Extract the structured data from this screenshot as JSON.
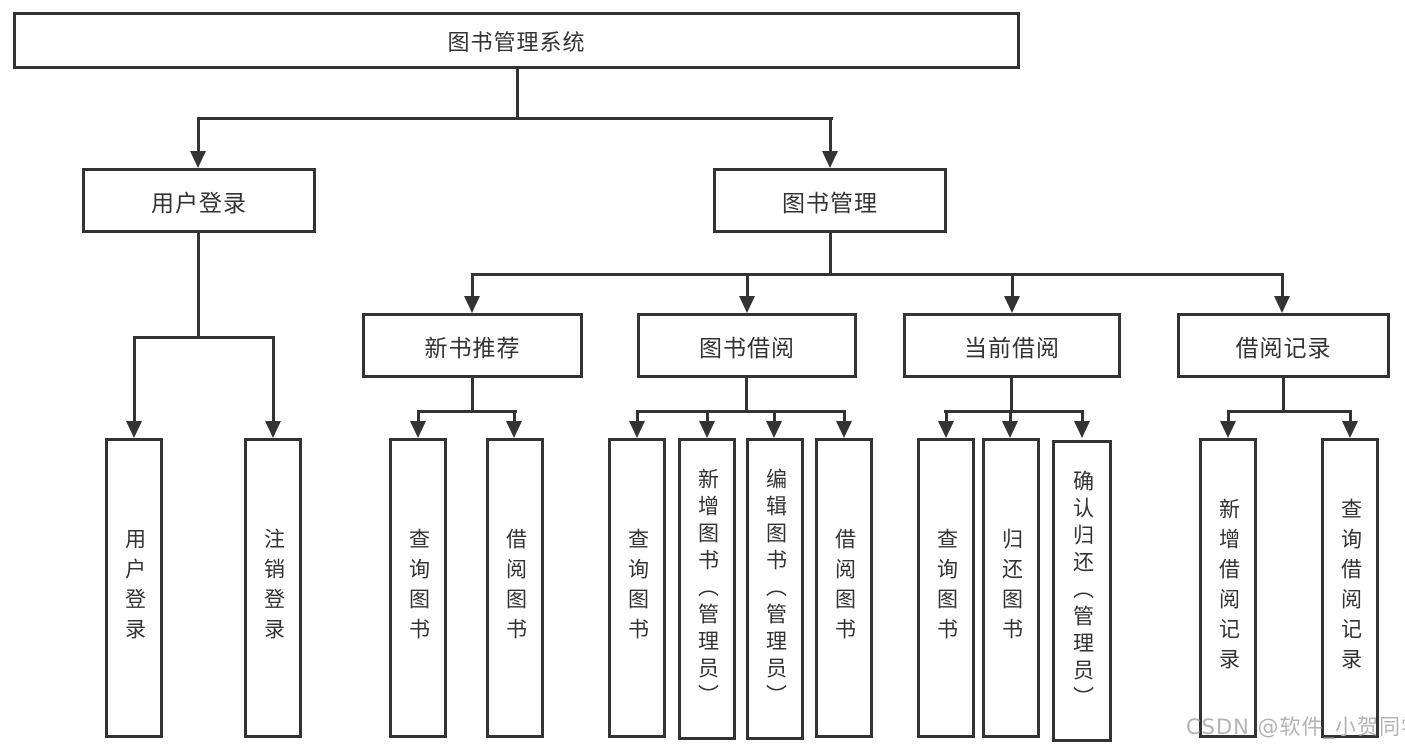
{
  "diagram": {
    "root": "图书管理系统",
    "user_login": {
      "label": "用户登录",
      "children": [
        "用户登录",
        "注销登录"
      ]
    },
    "book_mgmt": {
      "label": "图书管理",
      "groups": [
        {
          "label": "新书推荐",
          "children": [
            "查询图书",
            "借阅图书"
          ]
        },
        {
          "label": "图书借阅",
          "children": [
            "查询图书",
            "新增图书（管理员）",
            "编辑图书（管理员）",
            "借阅图书"
          ]
        },
        {
          "label": "当前借阅",
          "children": [
            "查询图书",
            "归还图书",
            "确认归还（管理员）"
          ]
        },
        {
          "label": "借阅记录",
          "children": [
            "新增借阅记录",
            "查询借阅记录"
          ]
        }
      ]
    }
  },
  "colors": {
    "line": "#333333",
    "text": "#333333",
    "watermark": "#b3b3b3",
    "background": "#ffffff"
  },
  "watermark": "CSDN @软件_小贺同学"
}
